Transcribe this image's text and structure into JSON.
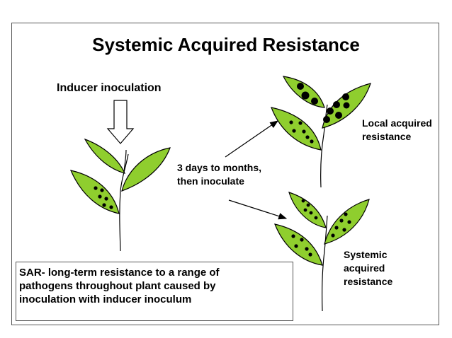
{
  "title": "Systemic Acquired Resistance",
  "labels": {
    "inducer": "Inducer inoculation",
    "delay_line1": "3 days to months,",
    "delay_line2": "then inoculate",
    "local_line1": "Local acquired",
    "local_line2": "resistance",
    "systemic_line1": "Systemic",
    "systemic_line2": "acquired",
    "systemic_line3": "resistance"
  },
  "caption": {
    "line1": "SAR- long-term resistance to a range of",
    "line2": "pathogens throughout plant caused by",
    "line3": "inoculation with inducer inoculum"
  },
  "colors": {
    "leaf_fill": "#8fce2e",
    "stroke": "#000000",
    "frame": "#555555"
  }
}
